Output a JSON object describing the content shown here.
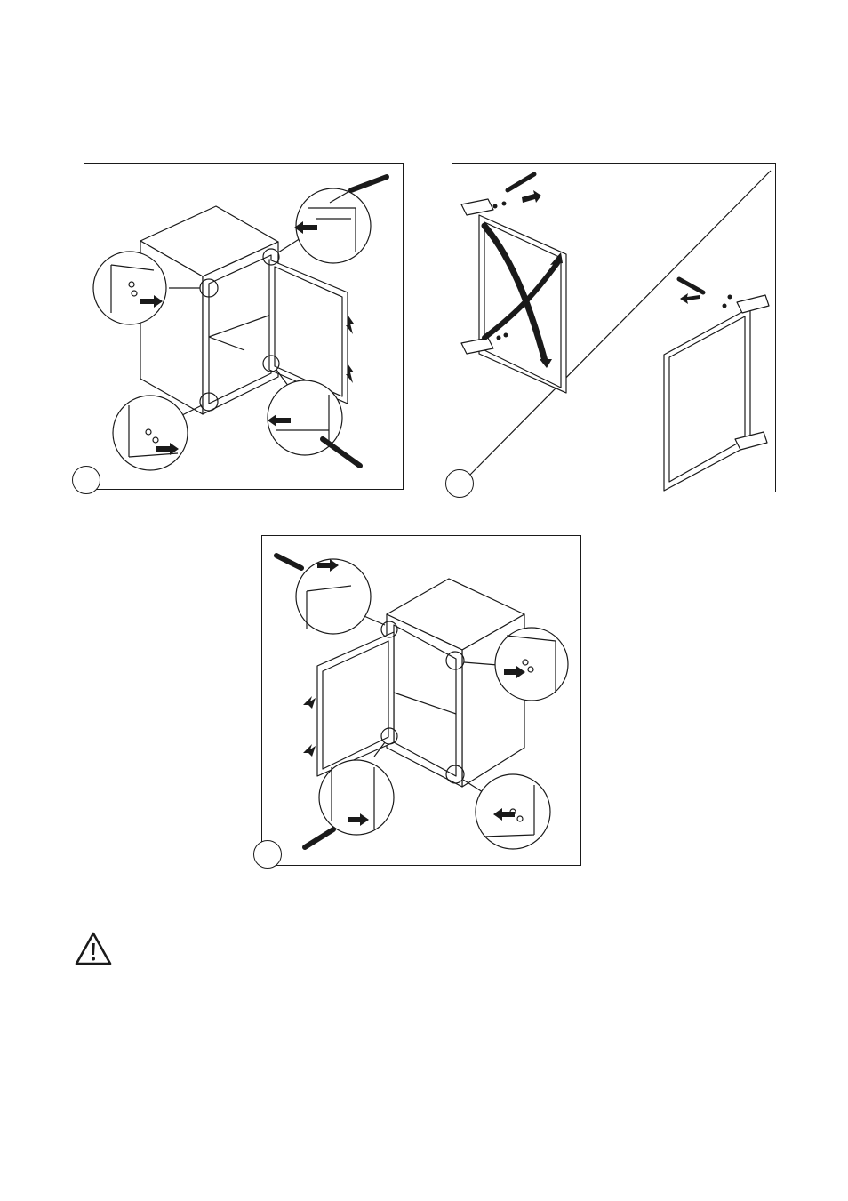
{
  "figures": [
    {
      "id": "fig1",
      "step_number": ""
    },
    {
      "id": "fig2",
      "step_number": ""
    },
    {
      "id": "fig3",
      "step_number": ""
    }
  ],
  "warning": {
    "icon": "warning-triangle-icon"
  },
  "colors": {
    "line": "#1a1a1a",
    "background": "#ffffff"
  }
}
